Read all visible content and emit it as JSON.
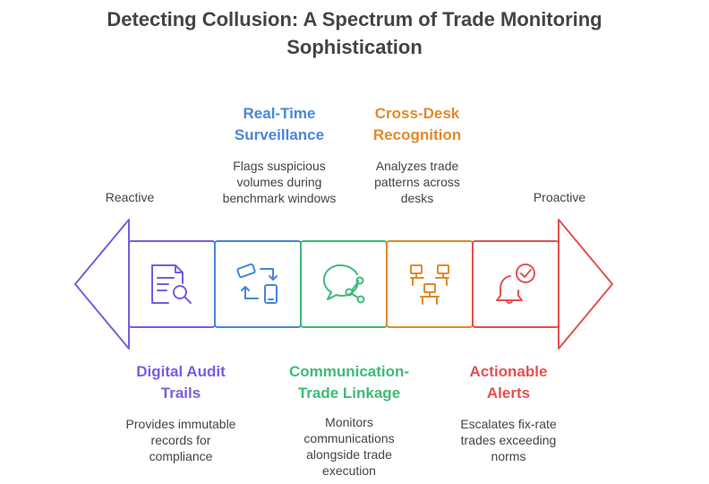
{
  "title": {
    "line1": "Detecting Collusion: A Spectrum of Trade Monitoring",
    "line2": "Sophistication"
  },
  "spectrum": {
    "left_label": "Reactive",
    "right_label": "Proactive"
  },
  "stages": [
    {
      "heading": [
        "Digital Audit",
        "Trails"
      ],
      "description": [
        "Provides immutable",
        "records for",
        "compliance"
      ],
      "color": "#7b5ce0",
      "icon": "document-search-icon"
    },
    {
      "heading": [
        "Real-Time",
        "Surveillance"
      ],
      "description": [
        "Flags suspicious",
        "volumes during",
        "benchmark windows"
      ],
      "color": "#4a86d8",
      "icon": "device-sync-icon"
    },
    {
      "heading": [
        "Communication-",
        "Trade Linkage"
      ],
      "description": [
        "Monitors",
        "communications",
        "alongside trade",
        "execution"
      ],
      "color": "#3dbb78",
      "icon": "chat-share-icon"
    },
    {
      "heading": [
        "Cross-Desk",
        "Recognition"
      ],
      "description": [
        "Analyzes trade",
        "patterns across",
        "desks"
      ],
      "color": "#e08a2e",
      "icon": "desks-network-icon"
    },
    {
      "heading": [
        "Actionable",
        "Alerts"
      ],
      "description": [
        "Escalates fix-rate",
        "trades exceeding",
        "norms"
      ],
      "color": "#e0524f",
      "icon": "bell-check-icon"
    }
  ]
}
